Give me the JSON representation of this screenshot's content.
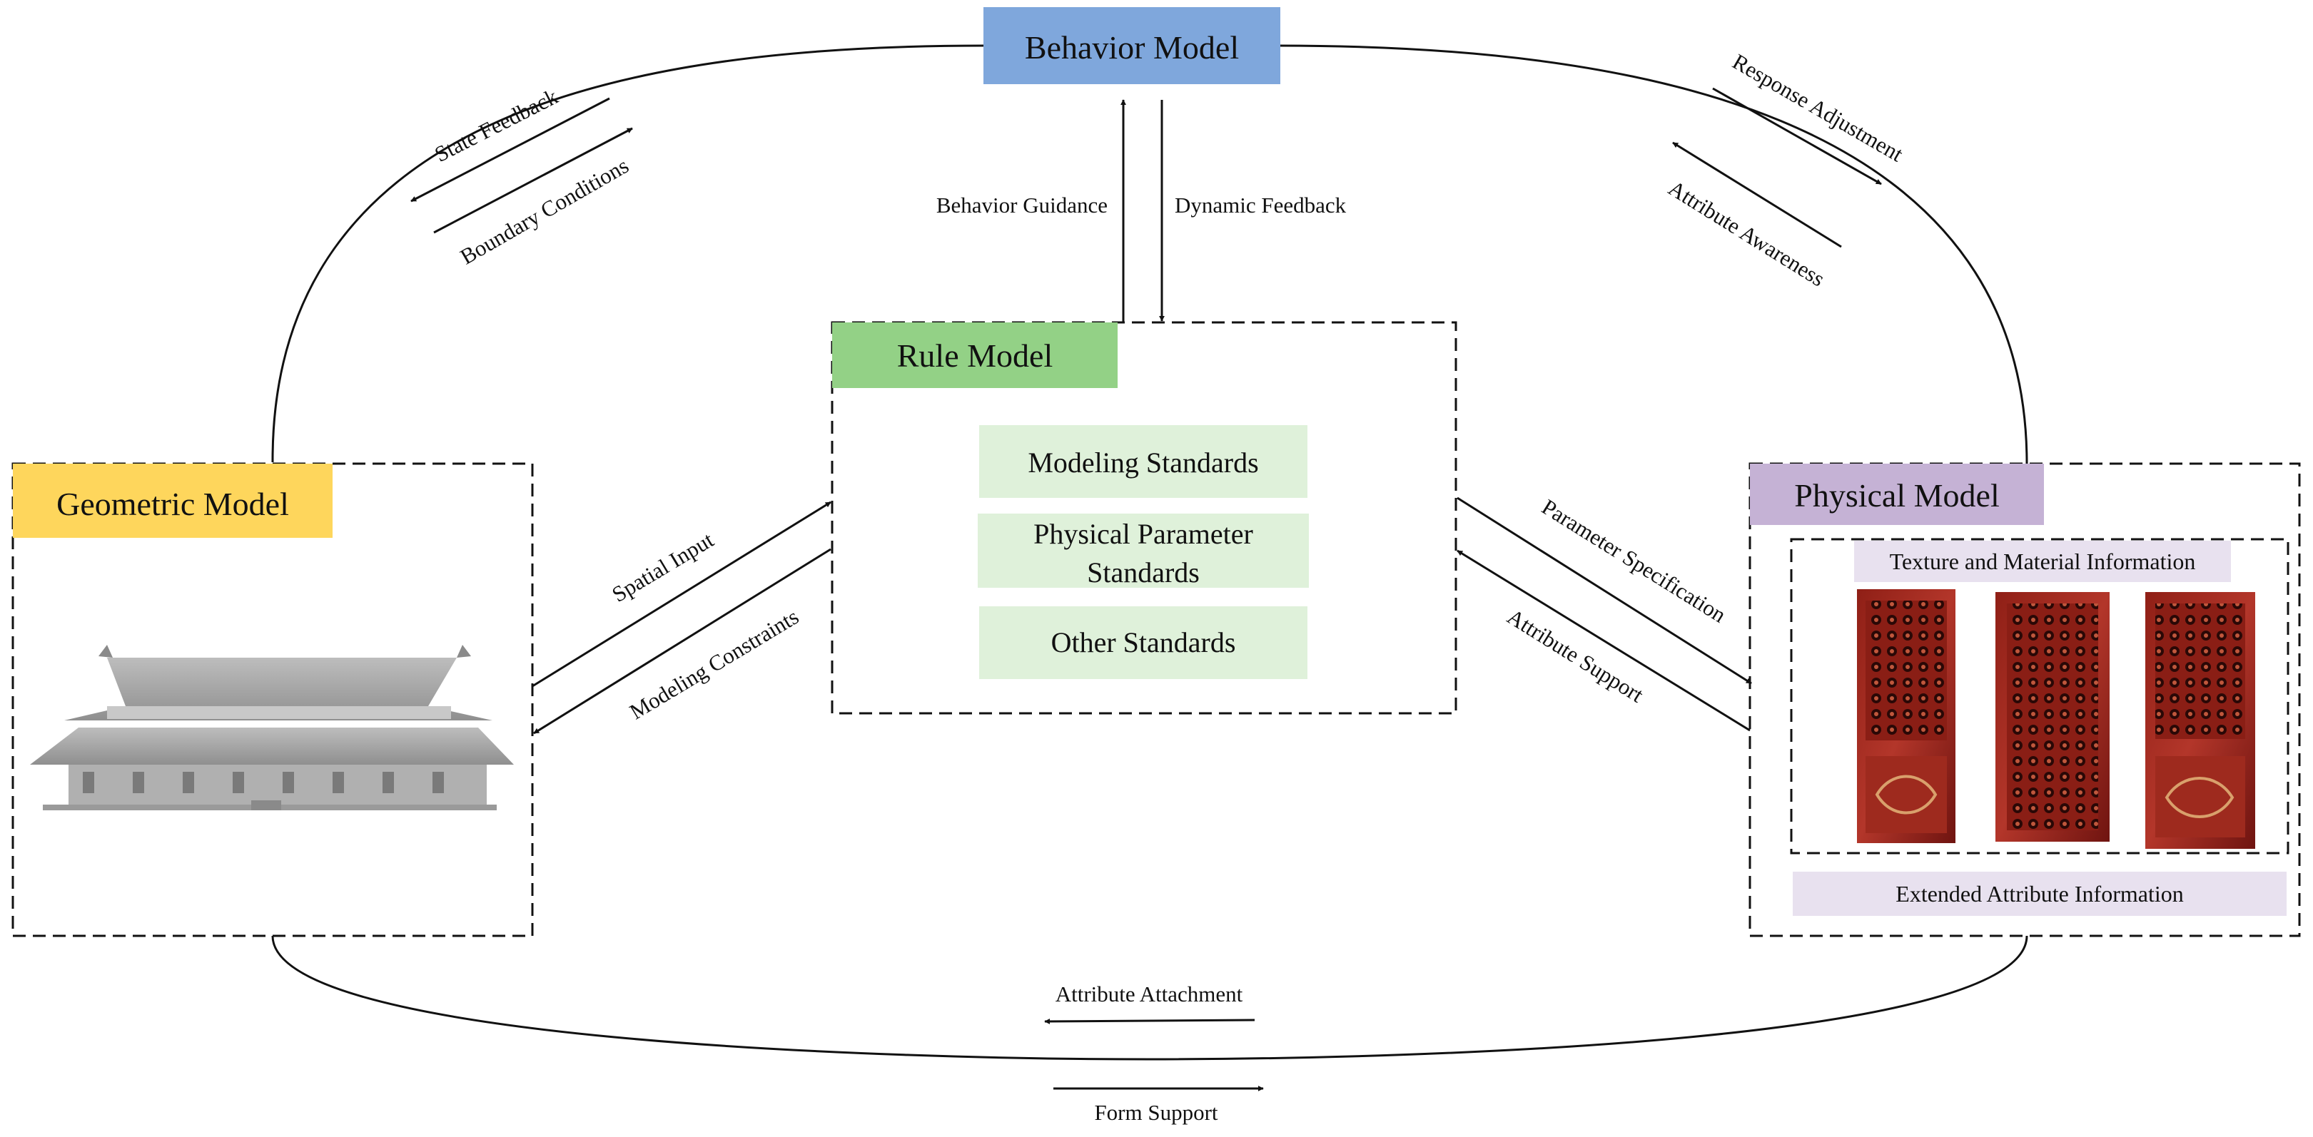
{
  "nodes": {
    "behavior": {
      "title": "Behavior Model",
      "color": "#7fa7dc"
    },
    "rule": {
      "title": "Rule Model",
      "color": "#93d186",
      "standards": [
        "Modeling Standards",
        "Physical Parameter",
        "Standards",
        "Other Standards"
      ],
      "standards_color": "#dff1da"
    },
    "geometric": {
      "title": "Geometric Model",
      "color": "#fed65c"
    },
    "physical": {
      "title": "Physical Model",
      "color": "#c5b2d5",
      "texture_label": "Texture and Material Information",
      "extended_label": "Extended Attribute Information",
      "info_color": "#e8e1ef"
    }
  },
  "edges": {
    "state_feedback": "State Feedback",
    "boundary_conditions": "Boundary Conditions",
    "response_adjustment": "Response Adjustment",
    "attribute_awareness": "Attribute Awareness",
    "behavior_guidance": "Behavior Guidance",
    "dynamic_feedback": "Dynamic Feedback",
    "spatial_input": "Spatial Input",
    "modeling_constraints": "Modeling Constraints",
    "parameter_specification": "Parameter Specification",
    "attribute_support": "Attribute Support",
    "attribute_attachment": "Attribute Attachment",
    "form_support": "Form Support"
  }
}
